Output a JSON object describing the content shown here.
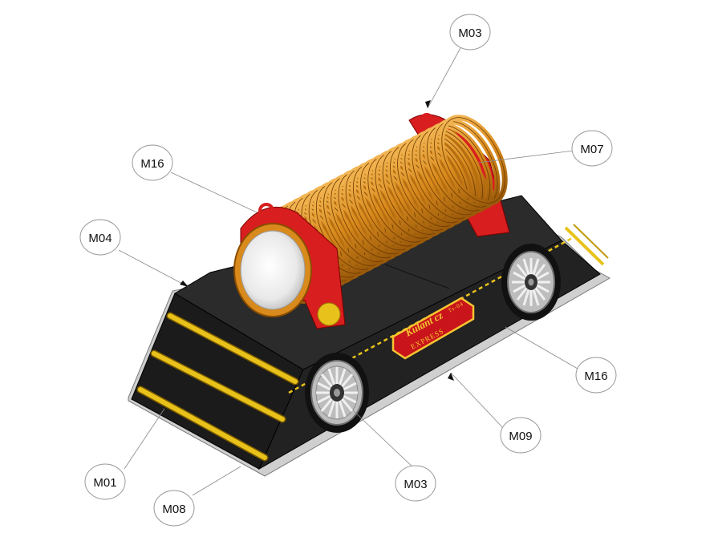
{
  "diagram": {
    "callouts": [
      {
        "id": "m03-top",
        "label": "M03"
      },
      {
        "id": "m07",
        "label": "M07"
      },
      {
        "id": "m16-top",
        "label": "M16"
      },
      {
        "id": "m04",
        "label": "M04"
      },
      {
        "id": "m16-right",
        "label": "M16"
      },
      {
        "id": "m09",
        "label": "M09"
      },
      {
        "id": "m03-bottom",
        "label": "M03"
      },
      {
        "id": "m01",
        "label": "M01"
      },
      {
        "id": "m08",
        "label": "M08"
      }
    ],
    "nameplate": {
      "brand": "Kulant cz",
      "model": "Ts-04",
      "subtitle": "EXPRESS"
    },
    "colors": {
      "base_black": "#1a1a1a",
      "frame_red": "#d81e1e",
      "tube_orange": "#d98a1c",
      "rail_yellow": "#e8c21a",
      "plate_red": "#c8141a",
      "wheel_grey": "#b9b9b9"
    }
  }
}
